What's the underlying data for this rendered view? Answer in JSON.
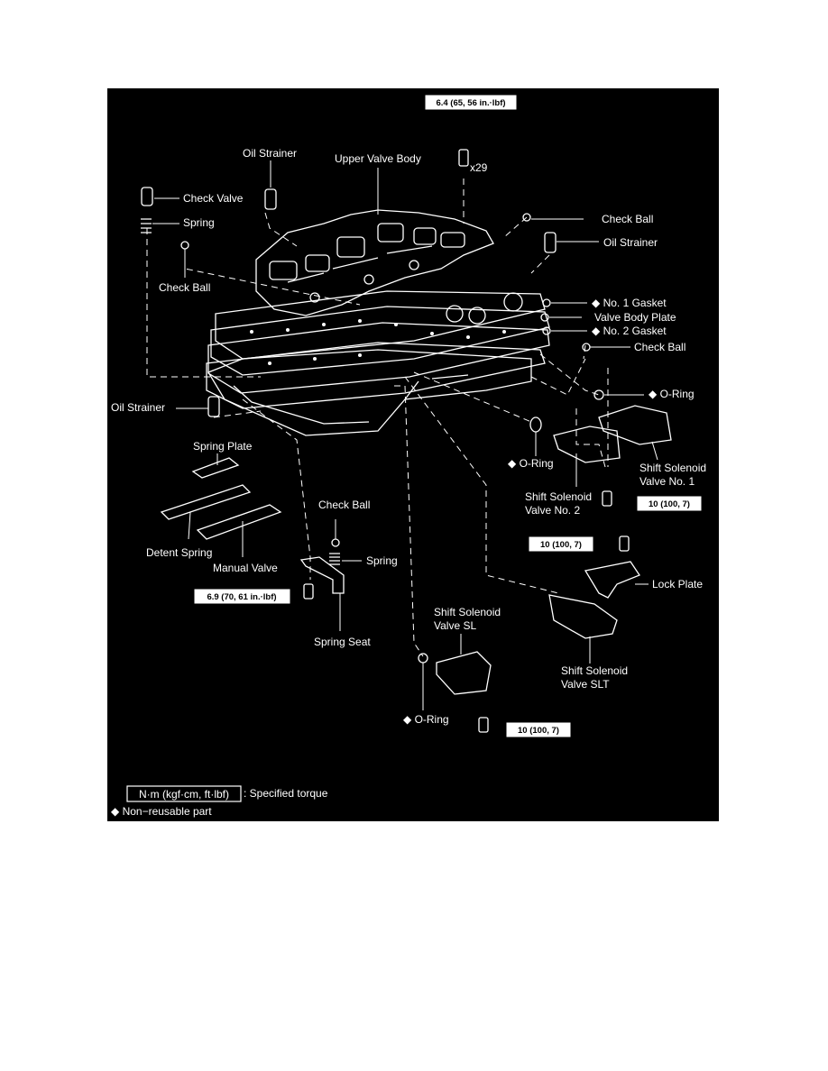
{
  "labels": {
    "oil_strainer_top": "Oil Strainer",
    "upper_valve_body": "Upper Valve Body",
    "check_valve": "Check Valve",
    "spring_top": "Spring",
    "check_ball_left": "Check Ball",
    "check_ball_right_top": "Check Ball",
    "oil_strainer_right": "Oil Strainer",
    "no1_gasket": "No. 1 Gasket",
    "valve_body_plate": "Valve Body Plate",
    "no2_gasket": "No. 2 Gasket",
    "check_ball_right_mid": "Check Ball",
    "o_ring_right": "O-Ring",
    "oil_strainer_left": "Oil Strainer",
    "spring_plate": "Spring Plate",
    "o_ring_mid": "O-Ring",
    "shift_solenoid_no1_l1": "Shift Solenoid",
    "shift_solenoid_no1_l2": "Valve No. 1",
    "shift_solenoid_no2_l1": "Shift Solenoid",
    "shift_solenoid_no2_l2": "Valve No. 2",
    "check_ball_bottom": "Check Ball",
    "detent_spring": "Detent Spring",
    "manual_valve": "Manual Valve",
    "spring_bottom": "Spring",
    "lock_plate": "Lock Plate",
    "spring_seat": "Spring Seat",
    "shift_solenoid_sl_l1": "Shift Solenoid",
    "shift_solenoid_sl_l2": "Valve SL",
    "shift_solenoid_slt_l1": "Shift Solenoid",
    "shift_solenoid_slt_l2": "Valve SLT",
    "o_ring_bottom": "O-Ring",
    "bolt_count": "x29"
  },
  "torques": {
    "top": "6.4 (65, 56 in.·lbf)",
    "solenoid_no2": "10 (100, 7)",
    "lock_plate": "10 (100, 7)",
    "spring_seat": "6.9 (70, 61 in.·lbf)",
    "solenoid_sl": "10 (100, 7)"
  },
  "legend": {
    "unit_box": "N·m (kgf·cm, ft·lbf)",
    "unit_text": ": Specified torque",
    "non_reusable": "Non−reusable part"
  },
  "colors": {
    "background": "#000000",
    "foreground": "#ffffff"
  }
}
